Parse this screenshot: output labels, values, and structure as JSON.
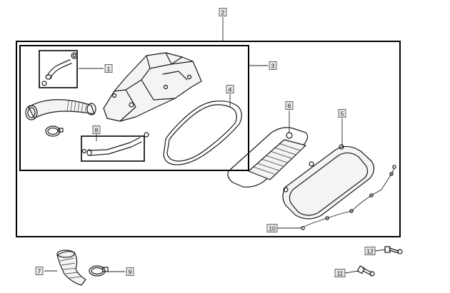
{
  "diagram": {
    "callouts": [
      {
        "id": "1",
        "label": "1"
      },
      {
        "id": "2",
        "label": "2"
      },
      {
        "id": "3",
        "label": "3"
      },
      {
        "id": "4",
        "label": "4"
      },
      {
        "id": "5",
        "label": "5"
      },
      {
        "id": "6",
        "label": "6"
      },
      {
        "id": "7",
        "label": "7"
      },
      {
        "id": "8",
        "label": "8"
      },
      {
        "id": "9",
        "label": "9"
      },
      {
        "id": "10",
        "label": "10"
      },
      {
        "id": "11",
        "label": "11"
      },
      {
        "id": "12",
        "label": "12"
      }
    ],
    "colors": {
      "line": "#1a1a1a",
      "callout_fill": "#e7e7e7",
      "background": "#ffffff"
    }
  }
}
